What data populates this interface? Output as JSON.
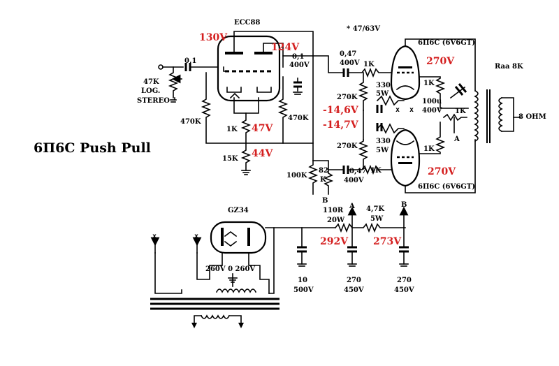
{
  "title": "6П6С Push Pull",
  "colors": {
    "voltage": "#d42020",
    "line": "#000000"
  },
  "tubes": {
    "preamp": "ECC88",
    "power_top": "6П6С (6V6GT)",
    "power_bottom": "6П6С (6V6GT)",
    "rectifier": "GZ34"
  },
  "input": {
    "pot": "47K",
    "pot_type": "LOG.",
    "pot_mode": "STEREO",
    "coupling_cap": "0,1"
  },
  "labels": {
    "note_cap": "* 47/63V",
    "cap_01": "0,1",
    "cap_01_v": "400V",
    "r_470k_left": "470K",
    "r_470k_right": "470K",
    "r_1k_cath": "1K",
    "r_15k": "15K",
    "cap_047_top": "0,47",
    "cap_047_top_v": "400V",
    "r_1k_grid_top": "1K",
    "r_270k_top": "270K",
    "r_330_top": "330",
    "r_330_top_w": "5W",
    "r_1k_screen_top": "1K",
    "cap_100u": "100u",
    "cap_100u_v": "400V",
    "r_1k_fb": "1K",
    "node_a_right": "A",
    "r_270k_bot": "270K",
    "r_330_bot": "330",
    "r_330_bot_w": "5W",
    "r_1k_screen_bot": "1K",
    "r_100k": "100K",
    "r_82k_a": "82",
    "r_82k_b": "K",
    "cap_047_bot": "0,47",
    "cap_047_bot_v": "400V",
    "r_1k_grid_bot": "1K",
    "output_tr": "Raa 8K",
    "output_z": "8 OHM",
    "node_b_top": "B",
    "r_110r": "110R",
    "r_110r_w": "20W",
    "node_a_ps": "A",
    "r_4k7": "4,7K",
    "r_4k7_w": "5W",
    "node_b_ps": "B",
    "sec_winding": "260V 0 260V",
    "cap_10": "10",
    "cap_10_v": "500V",
    "cap_270a": "270",
    "cap_270a_v": "450V",
    "cap_270b": "270",
    "cap_270b_v": "450V",
    "heater_x": "x"
  },
  "voltages": {
    "v130": "130V",
    "v124": "124V",
    "v47": "47V",
    "v44": "44V",
    "v270_top": "270V",
    "v14_6": "-14,6V",
    "v14_7": "-14,7V",
    "v270_bot": "270V",
    "v292": "292V",
    "v273": "273V"
  }
}
